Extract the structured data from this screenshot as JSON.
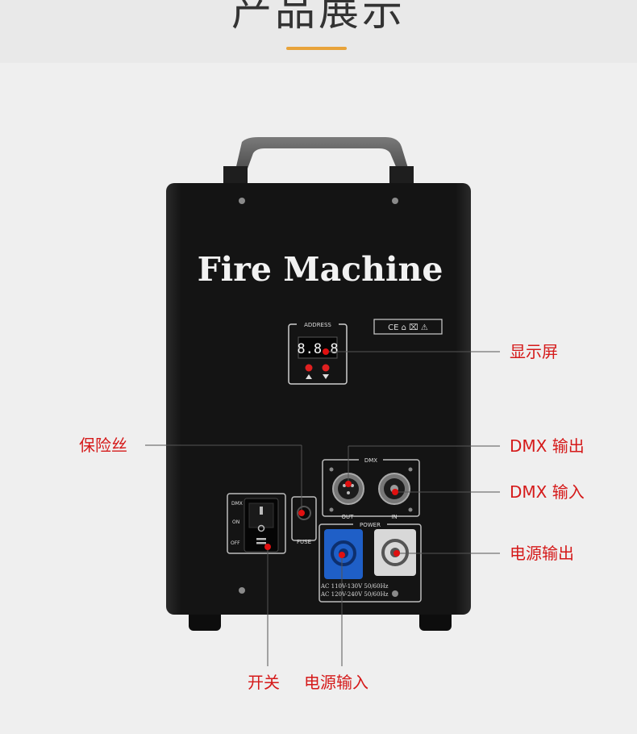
{
  "header": {
    "title": "产品展示",
    "accent_color": "#e8a33a"
  },
  "machine": {
    "brand": "Fire Machine",
    "address_label": "ADDRESS",
    "display_value": "8.8.8",
    "cert_marks": "CE  ⌂  ⌧  ⚠",
    "switch_labels": [
      "DMX",
      "ON",
      "OFF"
    ],
    "fuse_label": "FUSE",
    "dmx_label": "DMX",
    "out_label": "OUT",
    "in_label": "IN",
    "power_label": "POWER",
    "spec_line_1": "AC 110V-130V 50/60Hz",
    "spec_line_2": "AC 120V-240V 50/60Hz"
  },
  "callouts": {
    "display": "显示屏",
    "fuse": "保险丝",
    "dmx_out": "DMX 输出",
    "dmx_in": "DMX 输入",
    "power_out": "电源输出",
    "switch": "开关",
    "power_in": "电源输入"
  },
  "colors": {
    "callout": "#d51a1a",
    "body": "#161616",
    "power_in": "#1f5fc7"
  }
}
